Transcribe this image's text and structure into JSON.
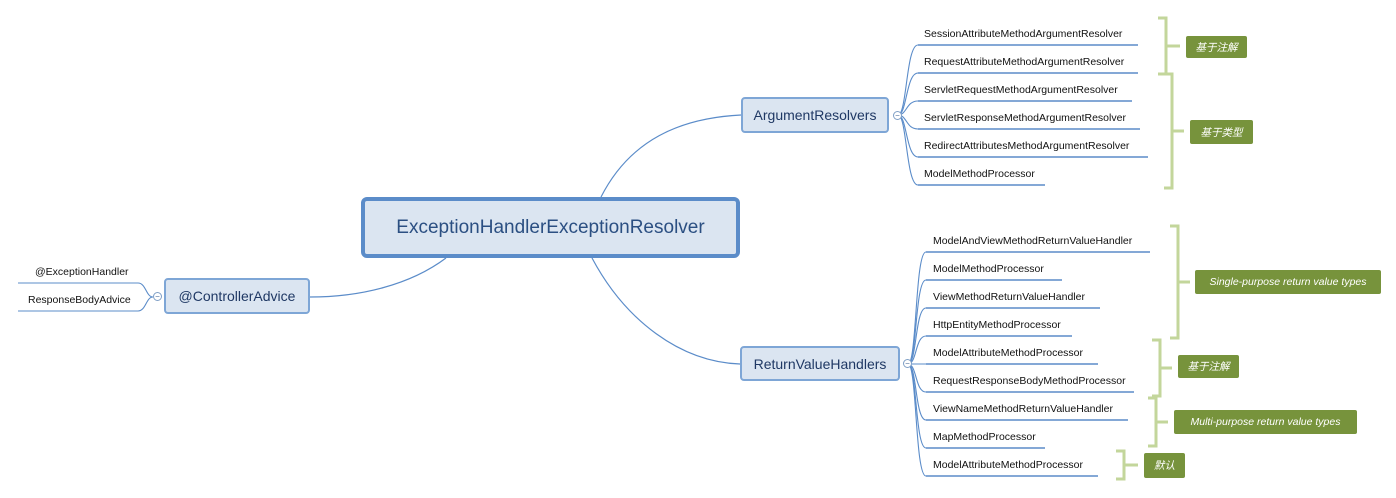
{
  "root": {
    "label": "ExceptionHandlerExceptionResolver"
  },
  "argument_resolvers": {
    "label": "ArgumentResolvers",
    "items": [
      "SessionAttributeMethodArgumentResolver",
      "RequestAttributeMethodArgumentResolver",
      "ServletRequestMethodArgumentResolver",
      "ServletResponseMethodArgumentResolver",
      "RedirectAttributesMethodArgumentResolver",
      "ModelMethodProcessor"
    ],
    "groups": [
      "基于注解",
      "基于类型"
    ]
  },
  "return_value_handlers": {
    "label": "ReturnValueHandlers",
    "items": [
      "ModelAndViewMethodReturnValueHandler",
      "ModelMethodProcessor",
      "ViewMethodReturnValueHandler",
      "HttpEntityMethodProcessor",
      "ModelAttributeMethodProcessor",
      "RequestResponseBodyMethodProcessor",
      "ViewNameMethodReturnValueHandler",
      "MapMethodProcessor",
      "ModelAttributeMethodProcessor"
    ],
    "groups": [
      "Single-purpose return value types",
      "基于注解",
      "Multi-purpose return value types",
      "默认"
    ]
  },
  "controller_advice": {
    "label": "@ControllerAdvice",
    "items": [
      "@ExceptionHandler",
      "ResponseBodyAdvice"
    ]
  },
  "colors": {
    "node_fill": "#dbe5f1",
    "node_border": "#7ea6d6",
    "connector": "#5b8cc9",
    "bracket": "#c3d69b",
    "tag_fill": "#77933c"
  },
  "icons": {
    "collapse": "minus-circle-icon"
  }
}
